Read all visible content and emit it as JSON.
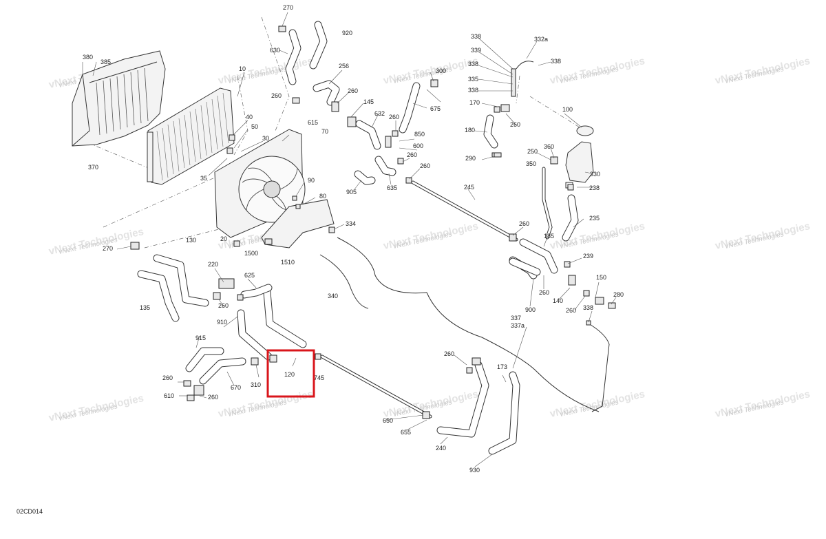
{
  "diagram": {
    "code": "02CD014",
    "watermark_line1": "vNext Technologies",
    "watermark_line2": "vNext Technologies",
    "highlight_color": "#d9151b",
    "callouts": {
      "c270a": "270",
      "c920": "920",
      "c630": "630",
      "c256": "256",
      "c300": "300",
      "c10": "10",
      "c260a": "260",
      "c260b": "260",
      "c145": "145",
      "c632": "632",
      "c675": "675",
      "c260c": "260",
      "c850": "850",
      "c600": "600",
      "c615": "615",
      "c70": "70",
      "c380": "380",
      "c385": "385",
      "c40": "40",
      "c50": "50",
      "c30": "30",
      "c370": "370",
      "c35": "35",
      "c90": "90",
      "c80": "80",
      "c905": "905",
      "c635": "635",
      "c260d": "260",
      "c260e": "260",
      "c245": "245",
      "c338a": "338",
      "c332a": "332a",
      "c339": "339",
      "c338b": "338",
      "c338c": "338",
      "c335": "335",
      "c338d": "338",
      "c170": "170",
      "c260f": "260",
      "c180": "180",
      "c100": "100",
      "c290": "290",
      "c250": "250",
      "c360": "360",
      "c350": "350",
      "c330": "330",
      "c238": "238",
      "c235": "235",
      "c334": "334",
      "c20": "20",
      "c1500": "1500",
      "c1510": "1510",
      "c270b": "270",
      "c130": "130",
      "c340": "340",
      "c260g": "260",
      "c185": "185",
      "c239": "239",
      "c220": "220",
      "c625": "625",
      "c135": "135",
      "c260h": "260",
      "c900": "900",
      "c260i": "260",
      "c140": "140",
      "c150": "150",
      "c280": "280",
      "c260j": "260",
      "c338e": "338",
      "c910": "910",
      "c337": "337",
      "c337a": "337a",
      "c915": "915",
      "c120": "120",
      "c745": "745",
      "c310": "310",
      "c260k": "260",
      "c610": "610",
      "c260l": "260",
      "c670": "670",
      "c260m": "260",
      "c173": "173",
      "c650": "650",
      "c655": "655",
      "c240": "240",
      "c930": "930"
    }
  }
}
